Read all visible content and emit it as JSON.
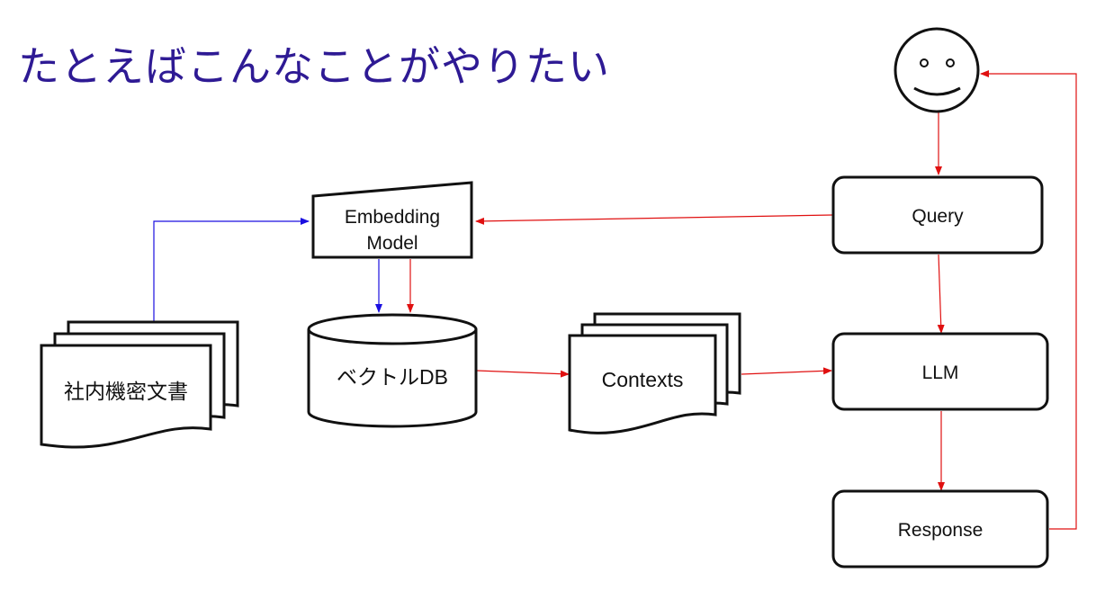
{
  "title": "たとえばこんなことがやりたい",
  "nodes": {
    "documents": "社内機密文書",
    "embedding_model_line1": "Embedding",
    "embedding_model_line2": "Model",
    "vector_db": "ベクトルDB",
    "contexts": "Contexts",
    "query": "Query",
    "llm": "LLM",
    "response": "Response"
  },
  "colors": {
    "title": "#2e1a94",
    "flow_blue": "#1a0fe0",
    "flow_red": "#e01010",
    "outline": "#111111"
  },
  "icons": {
    "user": "smiley-face-icon"
  }
}
